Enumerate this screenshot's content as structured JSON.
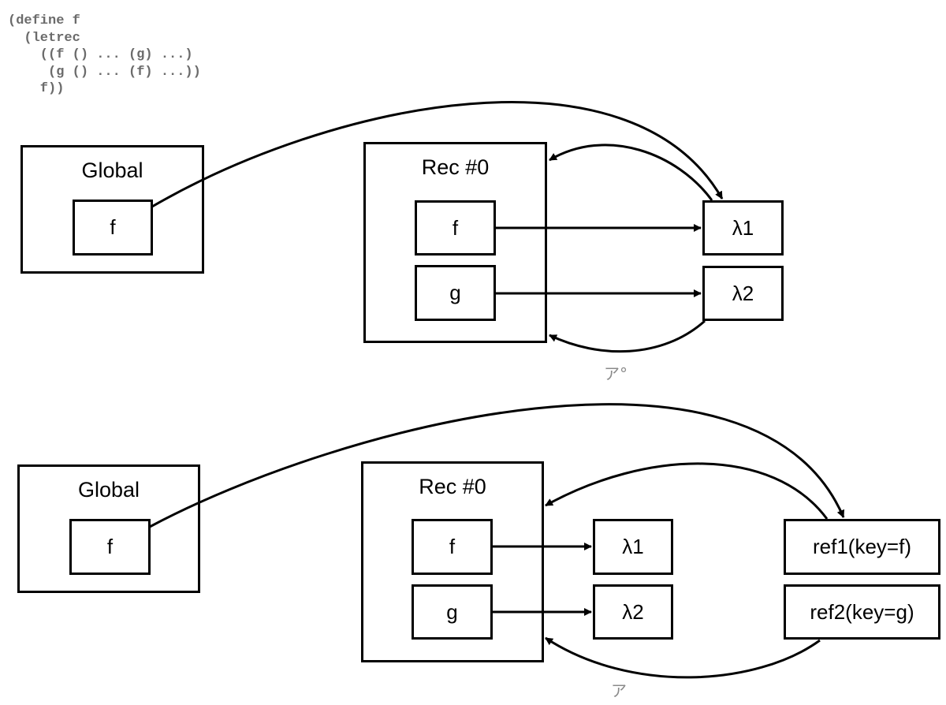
{
  "code_snippet": "(define f\n  (letrec\n    ((f () ... (g) ...)\n     (g () ... (f) ...))\n    f))",
  "diagram_top": {
    "global_frame": {
      "title": "Global",
      "binding": "f"
    },
    "rec_frame": {
      "title": "Rec #0",
      "bindings": [
        "f",
        "g"
      ]
    },
    "closures": [
      "λ1",
      "λ2"
    ],
    "marker_label": "ア°"
  },
  "diagram_bottom": {
    "global_frame": {
      "title": "Global",
      "binding": "f"
    },
    "rec_frame": {
      "title": "Rec #0",
      "bindings": [
        "f",
        "g"
      ]
    },
    "closures": [
      "λ1",
      "λ2"
    ],
    "refs": [
      "ref1(key=f)",
      "ref2(key=g)"
    ],
    "marker_label": "ア"
  }
}
